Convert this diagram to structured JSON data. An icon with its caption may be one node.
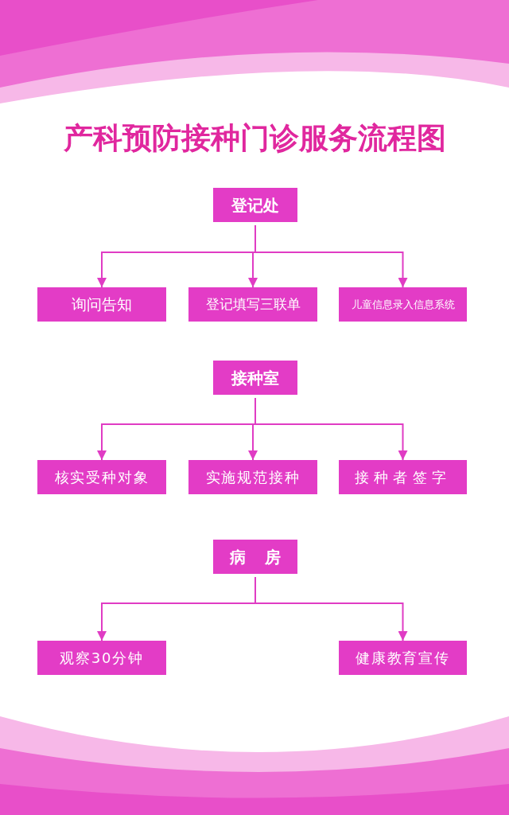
{
  "diagram": {
    "title": "产科预防接种门诊服务流程图",
    "nodes": [
      {
        "text": [
          "登记处"
        ]
      },
      {
        "text": [
          "询问告知"
        ]
      },
      {
        "text": [
          "登记填写三联单"
        ]
      },
      {
        "text": [
          "儿童信息录入信息系统"
        ]
      },
      {
        "text": [
          "接种室"
        ]
      },
      {
        "text": [
          "核实受种对象"
        ]
      },
      {
        "text": [
          "实施规范接种"
        ]
      },
      {
        "text": [
          "接种者签字"
        ]
      },
      {
        "text": [
          "病房"
        ]
      },
      {
        "text": [
          "观察30分钟"
        ]
      },
      {
        "text": [
          "健康教育宣传"
        ]
      }
    ],
    "edges": [
      {
        "from": 0,
        "to": 1,
        "arrow": "to"
      },
      {
        "from": 0,
        "to": 2,
        "arrow": "to"
      },
      {
        "from": 0,
        "to": 3,
        "arrow": "to"
      },
      {
        "from": 4,
        "to": 5,
        "arrow": "to"
      },
      {
        "from": 4,
        "to": 6,
        "arrow": "to"
      },
      {
        "from": 4,
        "to": 7,
        "arrow": "to"
      },
      {
        "from": 8,
        "to": 9,
        "arrow": "to"
      },
      {
        "from": 8,
        "to": 10,
        "arrow": "to"
      }
    ]
  }
}
